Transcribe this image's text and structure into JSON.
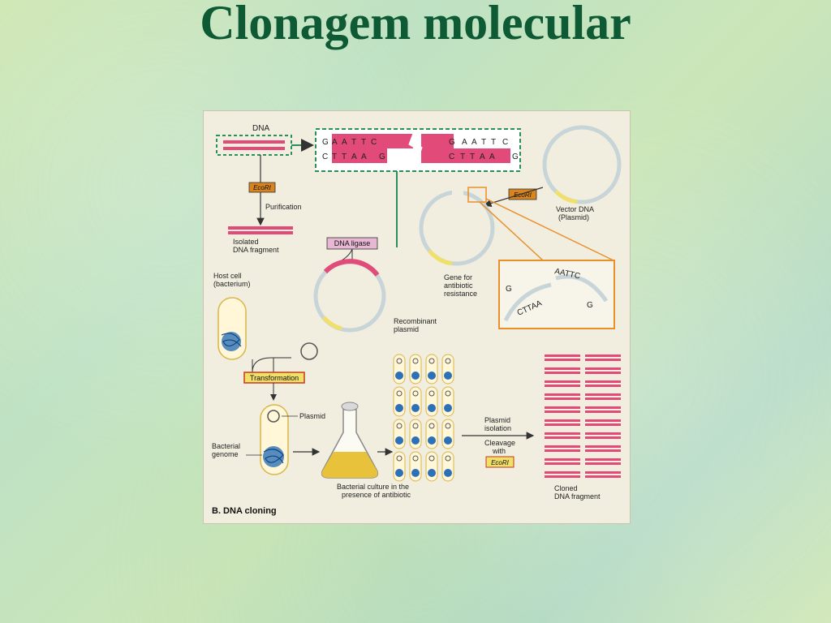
{
  "slide": {
    "title": "Clonagem molecular"
  },
  "figure": {
    "colors": {
      "dna_pink": "#e24a79",
      "enzyme_box": "#d9841f",
      "dashed_box": "#2a8f5a",
      "ligase_box": "#e7b7d3",
      "highlight_orange": "#e98f2b",
      "genome_blue": "#2c71b8",
      "culture_yellow": "#e8c23a",
      "resistance_yellow": "#f0e06a"
    },
    "labels": {
      "dna": "DNA",
      "enzyme_1": "EcoRI",
      "enzyme_2": "EcoRI",
      "enzyme_3": "EcoRI",
      "purification": "Purification",
      "isolated_1": "Isolated",
      "isolated_2": "DNA fragment",
      "dna_ligase": "DNA ligase",
      "vector_1": "Vector DNA",
      "vector_2": "(Plasmid)",
      "gene_1": "Gene for",
      "gene_2": "antibiotic",
      "gene_3": "resistance",
      "recombinant_1": "Recombinant",
      "recombinant_2": "plasmid",
      "host_1": "Host cell",
      "host_2": "(bacterium)",
      "transformation": "Transformation",
      "plasmid": "Plasmid",
      "bacterial_1": "Bacterial",
      "bacterial_2": "genome",
      "culture_1": "Bacterial culture in the",
      "culture_2": "presence of antibiotic",
      "plasmid_iso_1": "Plasmid",
      "plasmid_iso_2": "isolation",
      "cleavage_1": "Cleavage",
      "cleavage_2": "with",
      "cloned_1": "Cloned",
      "cloned_2": "DNA fragment",
      "panel": "B. DNA cloning"
    },
    "sequence": {
      "top_left": [
        "G",
        "A",
        "A",
        "T",
        "T",
        "C"
      ],
      "bottom_left": [
        "C",
        "T",
        "T",
        "A",
        "A",
        "G"
      ],
      "top_right": [
        "G",
        "A",
        "A",
        "T",
        "T",
        "C"
      ],
      "bottom_right": [
        "C",
        "T",
        "T",
        "A",
        "A",
        "G"
      ]
    },
    "sticky_end": {
      "top": "AATTC",
      "left": "G",
      "bottom": "CTTAA",
      "right": "G"
    }
  }
}
